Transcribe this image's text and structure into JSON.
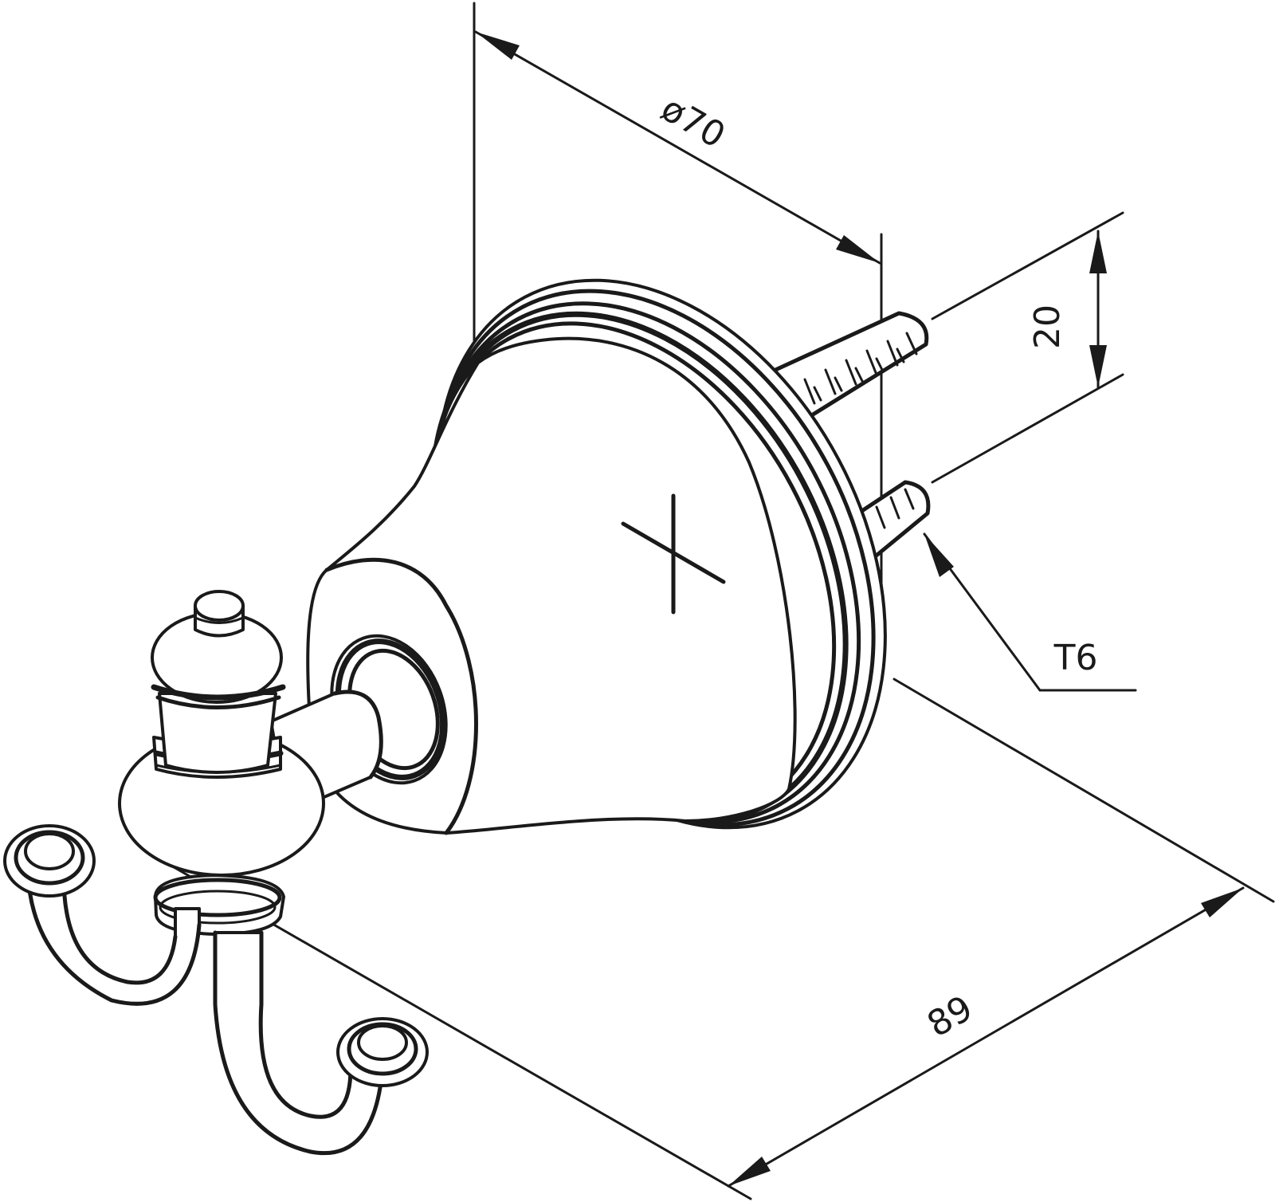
{
  "drawing": {
    "dimensions": {
      "diameter": "ø70",
      "height": "20",
      "depth": "89",
      "anchor": "T6"
    }
  }
}
